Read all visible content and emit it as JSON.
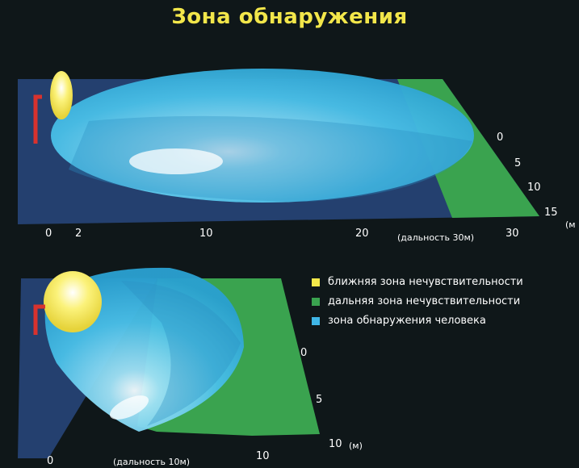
{
  "title": "Зона обнаружения",
  "top_diagram": {
    "x_ticks": [
      "0",
      "2",
      "10",
      "20",
      "30"
    ],
    "depth_ticks": [
      "0",
      "5",
      "10",
      "15"
    ],
    "depth_unit": "(м",
    "range_label": "(дальность 30м)"
  },
  "bottom_diagram": {
    "x_ticks": [
      "0",
      "10"
    ],
    "depth_ticks": [
      "0",
      "5",
      "10"
    ],
    "depth_unit": "(м)",
    "range_label": "(дальность 10м)"
  },
  "legend": [
    {
      "label": "ближняя зона нечувствительности",
      "color": "#f3e84a"
    },
    {
      "label": "дальняя зона нечувствительности",
      "color": "#3aa34f"
    },
    {
      "label": "зона обнаружения человека",
      "color": "#3fb6e6"
    }
  ],
  "colors": {
    "background": "#0f1719",
    "title": "#f2e64a",
    "floor": "#24406f",
    "far_zone": "#3aa34f",
    "near_zone": "#f3e84a",
    "detection_zone": "#3fb6e6",
    "sensor": "#d8322e"
  }
}
